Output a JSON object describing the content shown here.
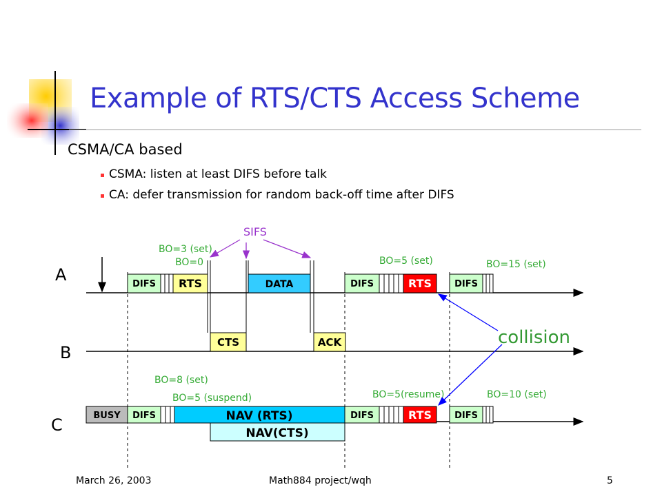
{
  "slide": {
    "title": "Example of RTS/CTS Access Scheme",
    "bullet": "CSMA/CA based",
    "sub_bullets": [
      "CSMA: listen at least DIFS before talk",
      "CA: defer transmission for random back-off time after DIFS"
    ],
    "footer": {
      "date": "March 26, 2003",
      "center": "Math884 project/wqh",
      "page": "5"
    }
  },
  "diagram": {
    "stations": {
      "a": "A",
      "b": "B",
      "c": "C"
    },
    "frames": {
      "difs": "DIFS",
      "rts": "RTS",
      "cts": "CTS",
      "data": "DATA",
      "ack": "ACK",
      "busy": "BUSY",
      "nav_rts": "NAV (RTS)",
      "nav_cts": "NAV(CTS)"
    },
    "annotations": {
      "sifs": "SIFS",
      "a_bo_set": "BO=3 (set)",
      "a_bo_zero": "BO=0",
      "a_bo5_set": "BO=5 (set)",
      "a_bo15_set": "BO=15 (set)",
      "c_bo8_set": "BO=8 (set)",
      "c_bo5_suspend": "BO=5 (suspend)",
      "c_bo5_resume": "BO=5(resume)",
      "c_bo10_set": "BO=10 (set)",
      "collision": "collision"
    },
    "colors": {
      "difs_fill": "#ccffcc",
      "rts_fill_ok": "#ffff99",
      "rts_fill_collision": "#ff0000",
      "data_fill": "#33ccff",
      "cts_fill": "#ffff99",
      "busy_fill": "#bbbbbb",
      "nav_rts_fill": "#00ccff",
      "nav_cts_fill": "#ccffff",
      "annotation": "#33aa33",
      "arrow": "#9933cc",
      "collision_text": "#339933",
      "collision_arrow": "#0000ff"
    }
  }
}
